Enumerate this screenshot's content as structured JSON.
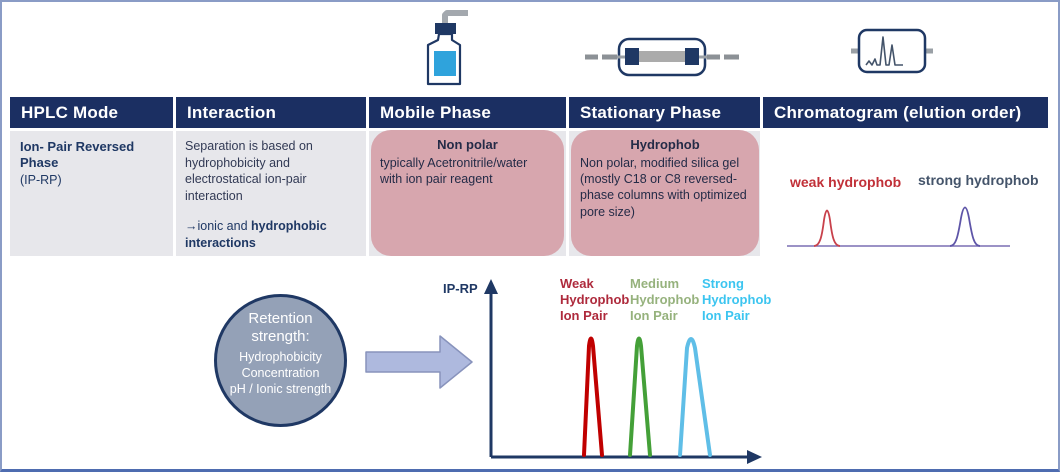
{
  "table": {
    "headers": [
      "HPLC Mode",
      "Interaction",
      "Mobile Phase",
      "Stationary Phase",
      "Chromatogram (elution order)"
    ],
    "row": {
      "hplc_mode": {
        "name": "Ion- Pair Reversed Phase",
        "abbr": "(IP-RP)"
      },
      "interaction": {
        "body": "Separation is based on\nhydrophobicity and\nelectrostatical ion-pair\ninteraction",
        "arrow_prefix": "→ionic and ",
        "arrow_bold": "hydrophobic interactions"
      },
      "mobile_phase": {
        "title": "Non polar",
        "body": "typically Acetronitrile/water\nwith ion pair reagent"
      },
      "stationary_phase": {
        "title": "Hydrophob",
        "body": "Non polar, modified silica gel\n(mostly C18 or C8 reversed-\nphase columns with optimized\npore size)"
      }
    }
  },
  "icons": {
    "bottle": "mobile-phase-bottle-icon",
    "column": "hplc-column-icon",
    "detector": "chromatogram-detector-icon"
  },
  "retention_circle": {
    "line1": "Retention",
    "line2": "strength:",
    "line3": "Hydrophobicity",
    "line4": "Concentration",
    "line5": "pH / Ionic strength"
  },
  "chart_data": [
    {
      "id": "elution_order_chromatogram",
      "type": "line",
      "title": "Chromatogram (elution order)",
      "peaks": [
        {
          "label": "weak hydrophob",
          "color": "#C8414B",
          "label_color": "#C13038",
          "relative_retention": "early"
        },
        {
          "label": "strong hydrophob",
          "color": "#5E55A8",
          "label_color": "#44546A",
          "relative_retention": "late"
        }
      ],
      "baseline_color": "#7A6FB4",
      "axes": "baseline only, no labeled axes"
    },
    {
      "id": "ip_rp_retention_strength",
      "type": "line",
      "ylabel": "IP-RP",
      "peaks": [
        {
          "label": "Weak\nHydrophob\nIon Pair",
          "color": "#C00000",
          "label_color": "#AE2A3C",
          "elution_order": 1
        },
        {
          "label": "Medium\nHydrophob\nIon Pair",
          "color": "#44A038",
          "label_color": "#96B27D",
          "elution_order": 2
        },
        {
          "label": "Strong\nHydrophob\nIon Pair",
          "color": "#5FBEE7",
          "label_color": "#3CC5F0",
          "elution_order": 3
        }
      ],
      "axis_color": "#1F3864",
      "grid": false
    }
  ],
  "colors": {
    "header_navy": "#1B2F62",
    "cell_gray": "#E7E7EB",
    "pink_box": "#D7A6AE",
    "navy_text": "#1F3864",
    "circle_fill": "#94A1B7",
    "arrow_fill": "#AEB9DE",
    "liquid_blue": "#2FA3DC",
    "frame_border": "#8A9CC6"
  }
}
